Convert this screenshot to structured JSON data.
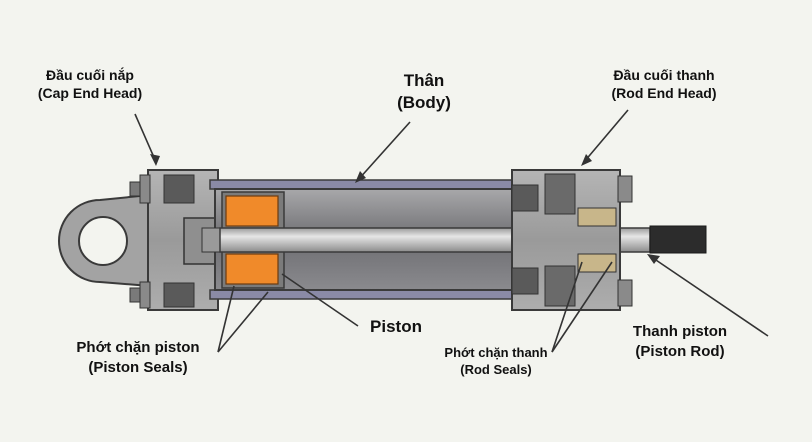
{
  "labels": {
    "cap_end_head": {
      "vi": "Đầu cuối nắp",
      "en": "(Cap End Head)"
    },
    "body": {
      "vi": "Thân",
      "en": "(Body)"
    },
    "rod_end_head": {
      "vi": "Đầu cuối thanh",
      "en": "(Rod End Head)"
    },
    "piston": {
      "vi": "Piston"
    },
    "piston_seals": {
      "vi": "Phớt chặn piston",
      "en": "(Piston Seals)"
    },
    "rod_seals": {
      "vi": "Phớt chặn thanh",
      "en": "(Rod Seals)"
    },
    "piston_rod": {
      "vi": "Thanh piston",
      "en": "(Piston Rod)"
    }
  },
  "colors": {
    "background": "#f3f4ef",
    "head_metal": "#9b9b9b",
    "barrel": "#7d7d80",
    "rod": "#c9c9c9",
    "rod_end": "#2c2c2c",
    "seal_orange": "#f08a2a",
    "tie_rod": "#8a8aa6",
    "leader": "#333333"
  }
}
